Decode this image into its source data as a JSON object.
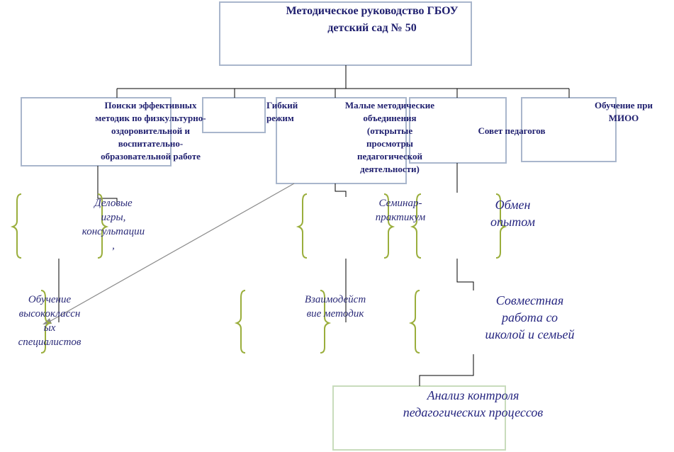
{
  "title": "Методическое руководство ГБОУ\nдетский сад № 50",
  "top_row": {
    "search": "Поиски эффективных\nметодик по физкультурно-\nоздоровительной и\nвоспитательно-\nобразовательной работе",
    "flexible": "Гибкий\nрежим",
    "small_groups": "Малые методические\nобъединения\n(открытые\nпросмотры\nпедагогической\nдеятельности)",
    "council": "Совет педагогов",
    "mioo": "Обучение при\nМИОО"
  },
  "middle_row": {
    "business_games": "Деловые\nигры,\nконсультации\n,",
    "seminar": "Семинар-\nпрактикум",
    "exchange": "Обмен\nопытом"
  },
  "lower_row": {
    "training": "Обучение\nвысококлассн\nых\nспециалистов",
    "interaction": "Взаимодейст\nвие методик",
    "joint_work": "Совместная\nработа со\nшколой и семьей"
  },
  "bottom": {
    "analysis": "Анализ контроля\nпедагогических процессов"
  },
  "colors": {
    "box_border": "#a9b6cc",
    "bottom_border": "#c8dcbc",
    "brace": "#9aae3c",
    "line": "#000000",
    "arrow": "#8a8a8a",
    "text": "#1e1e6e"
  }
}
